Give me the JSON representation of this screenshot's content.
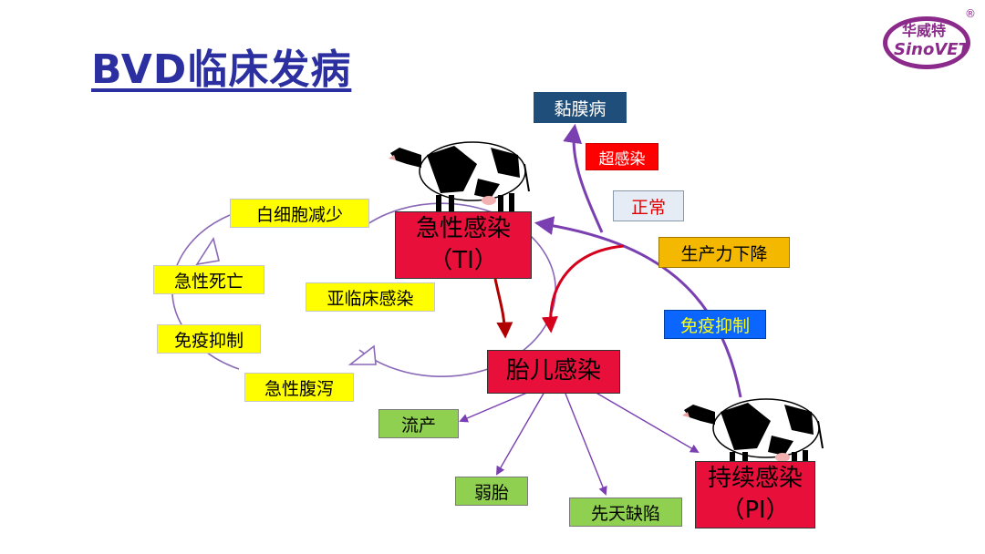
{
  "title": "BVD临床发病",
  "logo": {
    "cn": "华威特",
    "en": "SinoVET",
    "reg": "®"
  },
  "boxes": {
    "mucosal": "黏膜病",
    "superinfection": "超感染",
    "normal": "正常",
    "productivity": "生产力下降",
    "immune_suppression_blue": "免疫抑制",
    "acute_ti_line1": "急性感染",
    "acute_ti_line2": "（TI）",
    "fetal": "胎儿感染",
    "pi_line1": "持续感染",
    "pi_line2": "（PI）",
    "leukopenia": "白细胞减少",
    "acute_death": "急性死亡",
    "subclinical": "亚临床感染",
    "immune_suppression_yellow": "免疫抑制",
    "acute_diarrhea": "急性腹泻",
    "abortion": "流产",
    "weak_calf": "弱胎",
    "congenital": "先天缺陷"
  },
  "colors": {
    "title": "#2b2fa0",
    "red_box": "#e8103a",
    "yellow_box": "#ffff00",
    "green_box": "#8fd050",
    "navy_box": "#1e4e79",
    "blue_box": "#0b66ff",
    "orange_box": "#f5b800",
    "arrow_purple": "#7a3fb0",
    "arrow_red": "#d6001c",
    "arrow_darkred": "#b00000"
  }
}
